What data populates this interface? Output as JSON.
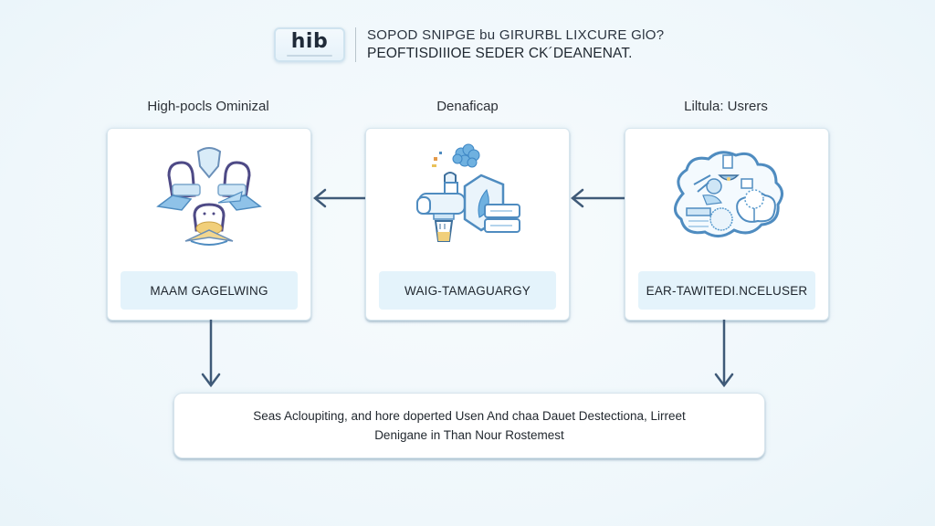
{
  "header": {
    "logo_text": "hib",
    "line1": "SOPOD SNIPGE bu GIRURBL LIXCURE GlO?",
    "line2": "PEOFTISDIIIOE SEDER CK´DEANENAT."
  },
  "columns": [
    {
      "title": "High-pocls Ominizal",
      "label": "MAAM GAGELWING",
      "icon": "people-network-icon"
    },
    {
      "title": "Denaficap",
      "label": "WAIG-TAMAGUARGY",
      "icon": "lab-equipment-shield-icon"
    },
    {
      "title": "Liltula: Usrers",
      "label": "EAR-TAWITEDI.NCELUSER",
      "icon": "cloud-cluster-icon"
    }
  ],
  "flow": {
    "arrow_right_to_middle": "left",
    "arrow_middle_to_left": "left",
    "left_to_summary": "down",
    "right_to_summary": "down"
  },
  "summary": {
    "line1": "Seas Acloupiting, and hore doperted Usen And chaa Dauet Destectiona, Lirreet",
    "line2": "Denigane in Than Nour Rostemest"
  },
  "colors": {
    "arrow": "#3f5a78",
    "label_bg": "#e4f3fb",
    "background": "#f2f9fc",
    "illus_blue": "#5aa3d6",
    "illus_purple": "#4e4a86",
    "illus_yellow": "#f1cf7a"
  }
}
